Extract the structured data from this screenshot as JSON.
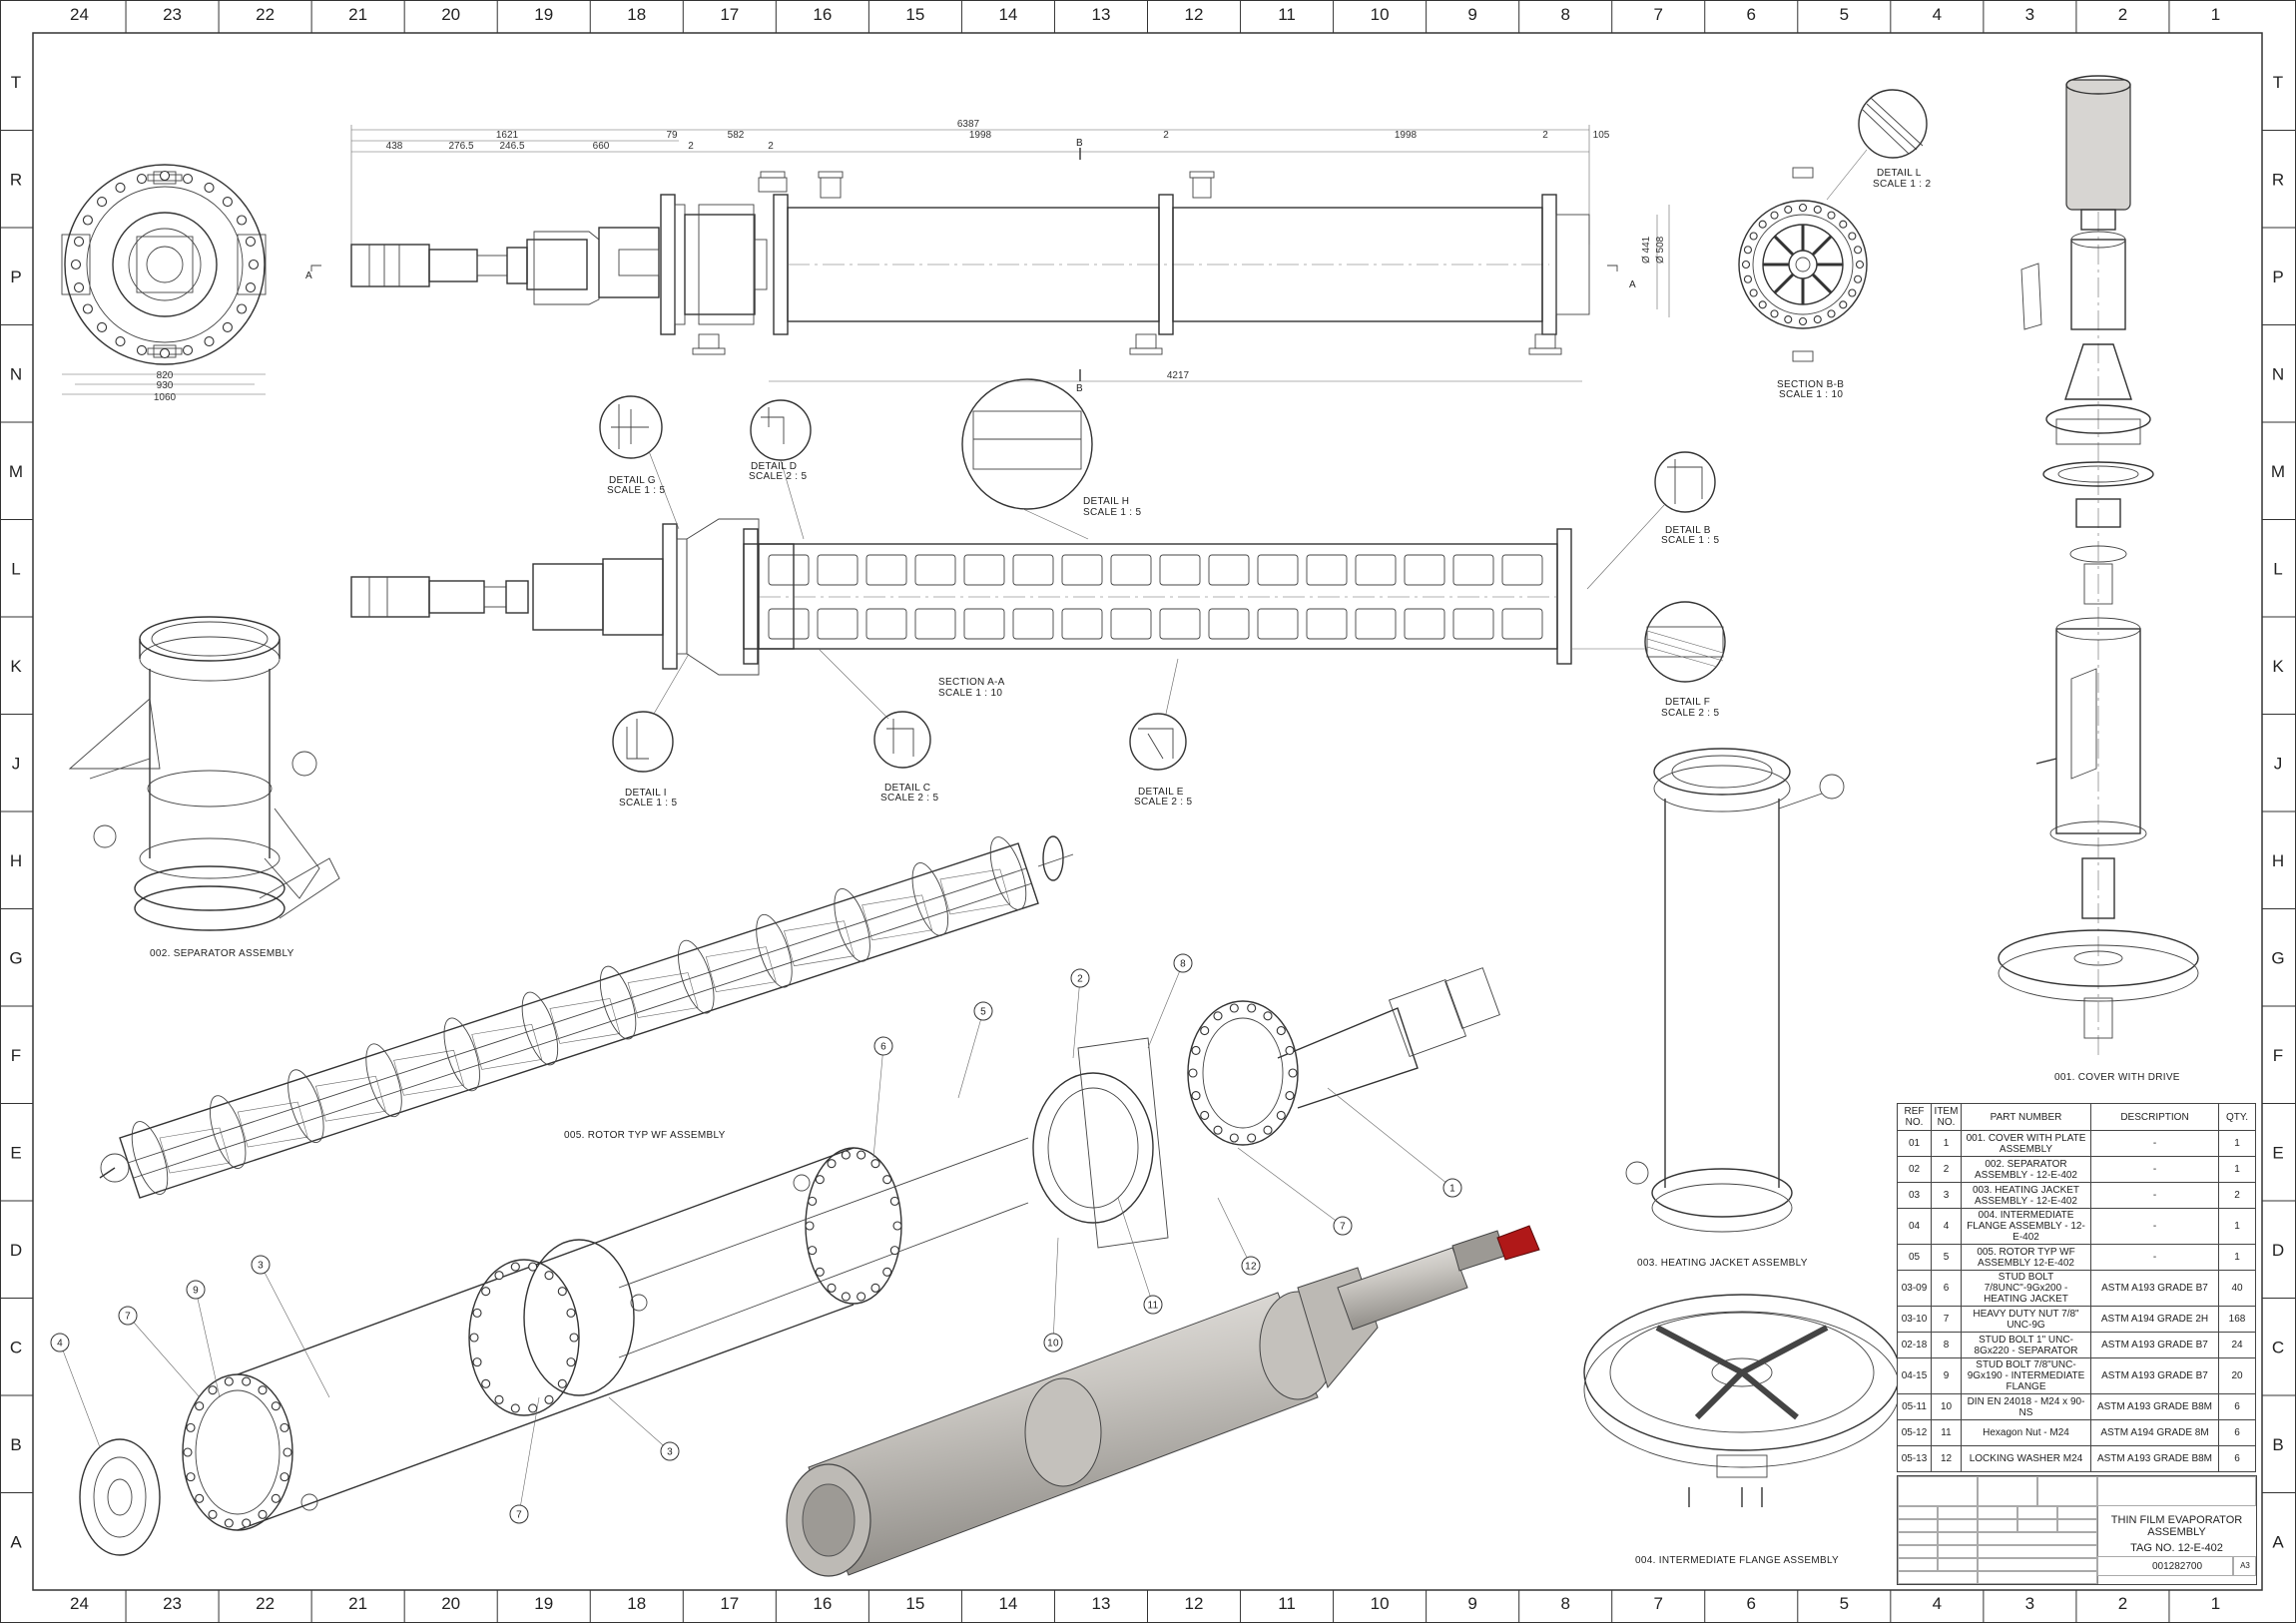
{
  "sheet": {
    "zone_columns": [
      "24",
      "23",
      "22",
      "21",
      "20",
      "19",
      "18",
      "17",
      "16",
      "15",
      "14",
      "13",
      "12",
      "11",
      "10",
      "9",
      "8",
      "7",
      "6",
      "5",
      "4",
      "3",
      "2",
      "1"
    ],
    "zone_rows": [
      "T",
      "R",
      "P",
      "N",
      "M",
      "L",
      "K",
      "J",
      "H",
      "G",
      "F",
      "E",
      "D",
      "C",
      "B",
      "A"
    ]
  },
  "dimensions": {
    "overall": "6387",
    "d1621": "1621",
    "d438": "438",
    "d2765": "276.5",
    "d2465": "246.5",
    "d660": "660",
    "d79": "79",
    "d582": "582",
    "d1998a": "1998",
    "d1998b": "1998",
    "d105": "105",
    "d2a": "2",
    "d2b": "2",
    "d2c": "2",
    "d2d": "2",
    "d4217": "4217",
    "dia441": "Ø 441",
    "dia508": "Ø 508",
    "d820": "820",
    "d930": "930",
    "d1060": "1060"
  },
  "labels": {
    "section_b": "B",
    "section_a": "A",
    "detail_l": [
      "DETAIL L",
      "SCALE 1 : 2"
    ],
    "section_bb": [
      "SECTION B-B",
      "SCALE 1 : 10"
    ],
    "detail_g": [
      "DETAIL G",
      "SCALE 1 : 5"
    ],
    "detail_d": [
      "DETAIL D",
      "SCALE 2 : 5"
    ],
    "detail_h": [
      "DETAIL H",
      "SCALE 1 : 5"
    ],
    "detail_b": [
      "DETAIL B",
      "SCALE 1 : 5"
    ],
    "section_aa": [
      "SECTION A-A",
      "SCALE 1 : 10"
    ],
    "detail_f": [
      "DETAIL F",
      "SCALE 2 : 5"
    ],
    "detail_i": [
      "DETAIL I",
      "SCALE 1 : 5"
    ],
    "detail_c": [
      "DETAIL C",
      "SCALE 2 : 5"
    ],
    "detail_e": [
      "DETAIL E",
      "SCALE 2 : 5"
    ],
    "separator": "002. SEPARATOR ASSEMBLY",
    "rotor": "005. ROTOR TYP WF ASSEMBLY",
    "cover": "001. COVER WITH DRIVE",
    "jacket": "003. HEATING JACKET ASSEMBLY",
    "flange": "004. INTERMEDIATE FLANGE ASSEMBLY"
  },
  "balloons": [
    "1",
    "2",
    "3",
    "3",
    "4",
    "5",
    "6",
    "7",
    "7",
    "7",
    "8",
    "9",
    "10",
    "11",
    "12"
  ],
  "bom": {
    "headers": [
      "REF NO.",
      "ITEM NO.",
      "PART NUMBER",
      "DESCRIPTION",
      "QTY."
    ],
    "rows": [
      [
        "01",
        "1",
        "001. COVER WITH PLATE ASSEMBLY",
        "-",
        "1"
      ],
      [
        "02",
        "2",
        "002. SEPARATOR ASSEMBLY - 12-E-402",
        "-",
        "1"
      ],
      [
        "03",
        "3",
        "003. HEATING JACKET ASSEMBLY - 12-E-402",
        "-",
        "2"
      ],
      [
        "04",
        "4",
        "004. INTERMEDIATE FLANGE ASSEMBLY - 12-E-402",
        "-",
        "1"
      ],
      [
        "05",
        "5",
        "005. ROTOR TYP WF ASSEMBLY 12-E-402",
        "-",
        "1"
      ],
      [
        "03-09",
        "6",
        "STUD BOLT 7/8UNC\"-9Gx200 - HEATING JACKET",
        "ASTM A193 GRADE B7",
        "40"
      ],
      [
        "03-10",
        "7",
        "HEAVY DUTY NUT 7/8\" UNC-9G",
        "ASTM A194 GRADE 2H",
        "168"
      ],
      [
        "02-18",
        "8",
        "STUD BOLT 1\" UNC-8Gx220 - SEPARATOR",
        "ASTM A193 GRADE B7",
        "24"
      ],
      [
        "04-15",
        "9",
        "STUD BOLT 7/8\"UNC-9Gx190 - INTERMEDIATE FLANGE",
        "ASTM A193 GRADE B7",
        "20"
      ],
      [
        "05-11",
        "10",
        "DIN EN 24018 - M24 x 90-NS",
        "ASTM A193 GRADE B8M",
        "6"
      ],
      [
        "05-12",
        "11",
        "Hexagon Nut - M24",
        "ASTM A194 GRADE 8M",
        "6"
      ],
      [
        "05-13",
        "12",
        "LOCKING WASHER M24",
        "ASTM A193 GRADE B8M",
        "6"
      ]
    ]
  },
  "title_block": {
    "title_line1": "THIN FILM EVAPORATOR",
    "title_line2": "ASSEMBLY",
    "tag": "TAG NO. 12-E-402",
    "drawing_no": "001282700",
    "size": "A3"
  },
  "colors": {
    "line": "#333333",
    "shaded_body": "#c9c6c1",
    "drive_red": "#b01818"
  }
}
